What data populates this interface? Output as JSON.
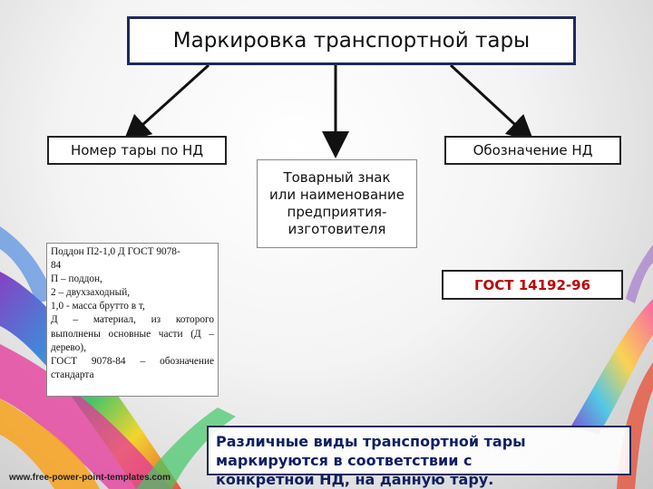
{
  "title": "Маркировка транспортной тары",
  "nodes": {
    "left": "Номер тары по НД",
    "right": "Обозначение НД",
    "center": "Товарный знак\nили наименование\nпредприятия-\nизготовителя",
    "gost": "ГОСТ 14192-96"
  },
  "detail_lines": [
    "Поддон П2-1,0 Д ГОСТ 9078-",
    "84",
    "П – поддон,",
    "2 – двухзаходный,",
    "1,0 - масса брутто в т,",
    "Д – материал, из которого выполнены основные части (Д – дерево),",
    "ГОСТ 9078-84 – обозначение стандарта"
  ],
  "footer_note": "Различные виды транспортной тары маркируются в соответствии с\nконкретной НД, на данную тару.",
  "watermark": "www.free-power-point-templates.com",
  "colors": {
    "title_border": "#1f2a5a",
    "gost_text": "#c00000",
    "footer_text": "#0f1f63"
  }
}
